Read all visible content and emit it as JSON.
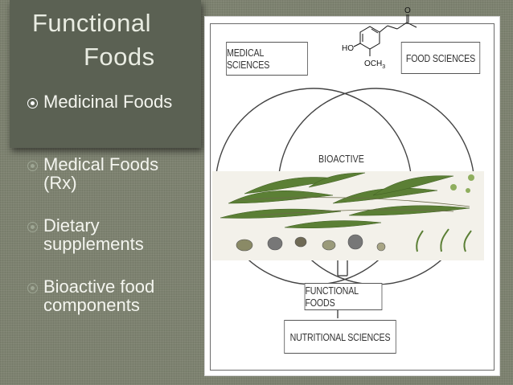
{
  "slide": {
    "title_line1": "Functional",
    "title_line2": "Foods",
    "bullets": [
      {
        "label": "Medicinal Foods",
        "active": true
      },
      {
        "label": "Medical Foods (Rx)",
        "active": false
      },
      {
        "label": "Dietary supplements",
        "active": false
      },
      {
        "label": "Bioactive food components",
        "active": false
      }
    ]
  },
  "diagram": {
    "medical_sciences": "MEDICAL SCIENCES",
    "food_sciences": "FOOD SCIENCES",
    "bioactive": "BIOACTIVE",
    "functional_foods": "FUNCTIONAL FOODS",
    "nutritional_sciences": "NUTRITIONAL SCIENCES",
    "molecule": {
      "ho": "HO",
      "o": "O",
      "och3": "OCH",
      "och3_sub": "3"
    }
  },
  "colors": {
    "background": "#7d8270",
    "highlight": "#5b6153",
    "text": "#f4f5ef",
    "leaf": "#4f7a2e"
  }
}
